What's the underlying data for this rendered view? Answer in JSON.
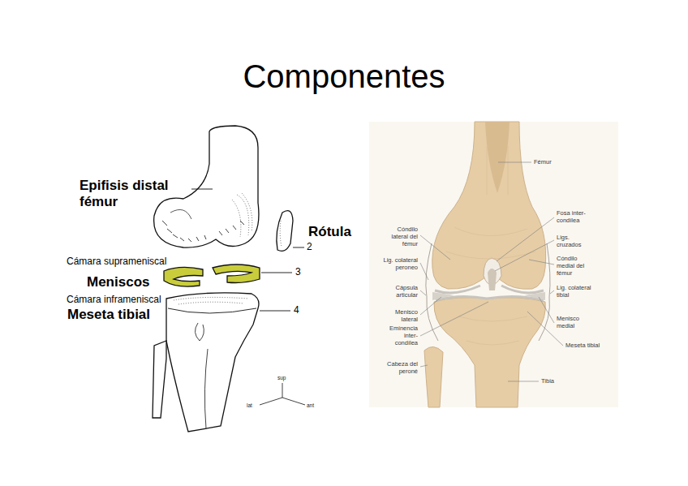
{
  "diagram": {
    "title": "Componentes",
    "labels": [
      "Epifisis distal fémur",
      "Rótula",
      "2",
      "Cámara suprameniscal",
      "Meniscos",
      "3",
      "Cámara inframeniscal",
      "Meseta tibial",
      "4",
      "sup",
      "lat",
      "ant",
      "Fémur",
      "Fosa inter- condílea",
      "Ligs. cruzados",
      "Cóndilo medial del fémur",
      "Lig. colateral tibial",
      "Menisco medial",
      "Meseta tibial",
      "Tibia",
      "Cóndilo lateral del fémur",
      "Lig. colateral peroneo",
      "Cápsula articular",
      "Menisco lateral",
      "Eminencia inter- condílea",
      "Cabeza del peroné"
    ]
  }
}
